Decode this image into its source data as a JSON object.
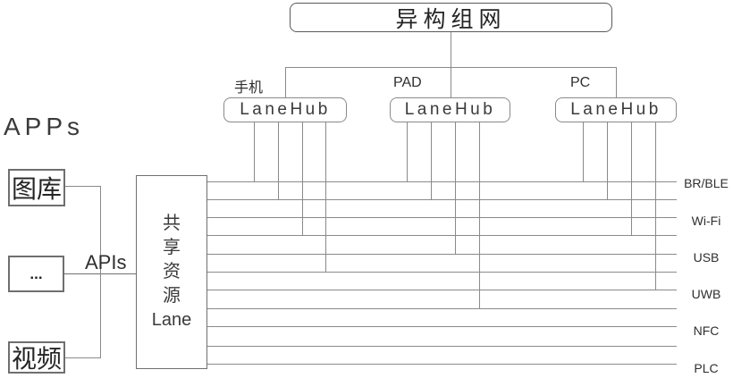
{
  "top_box": {
    "label": "异构组网"
  },
  "hubs": [
    {
      "device": "手机",
      "label": "LaneHub"
    },
    {
      "device": "PAD",
      "label": "LaneHub"
    },
    {
      "device": "PC",
      "label": "LaneHub"
    }
  ],
  "apps": {
    "title": "APPs",
    "api_label": "APIs",
    "items": [
      {
        "label": "图库"
      },
      {
        "label": "..."
      },
      {
        "label": "视频"
      }
    ]
  },
  "lane_box": {
    "lines": [
      "共",
      "享",
      "资",
      "源",
      "Lane"
    ]
  },
  "bus": {
    "labels": [
      "BR/BLE",
      "Wi-Fi",
      "USB",
      "UWB",
      "NFC",
      "PLC"
    ]
  },
  "colors": {
    "line": "#8a8a8a",
    "box_border": "#6f6f6f",
    "text": "#333333",
    "background": "#ffffff"
  }
}
